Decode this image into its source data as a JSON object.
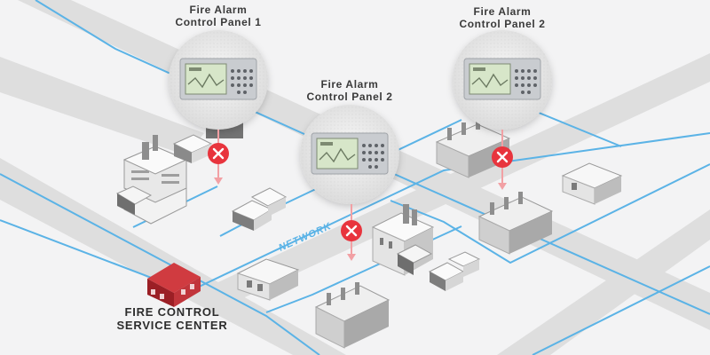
{
  "panels": [
    {
      "title_line1": "Fire Alarm",
      "title_line2": "Control Panel 1"
    },
    {
      "title_line1": "Fire Alarm",
      "title_line2": "Control Panel 2"
    },
    {
      "title_line1": "Fire Alarm",
      "title_line2": "Control Panel 2"
    }
  ],
  "network_label": "NETWORK",
  "service_center": {
    "line1": "FIRE CONTROL",
    "line2": "SERVICE CENTER"
  },
  "colors": {
    "background": "#f3f3f4",
    "road": "#dedede",
    "network_line": "#5bb3e6",
    "alert_red": "#e8343d",
    "signal_arrow": "#f2a0a4",
    "service_center_building": "#b7282e",
    "panel_screen": "#d7e6c9"
  },
  "icons": [
    "close-icon",
    "arrow-down-icon"
  ]
}
